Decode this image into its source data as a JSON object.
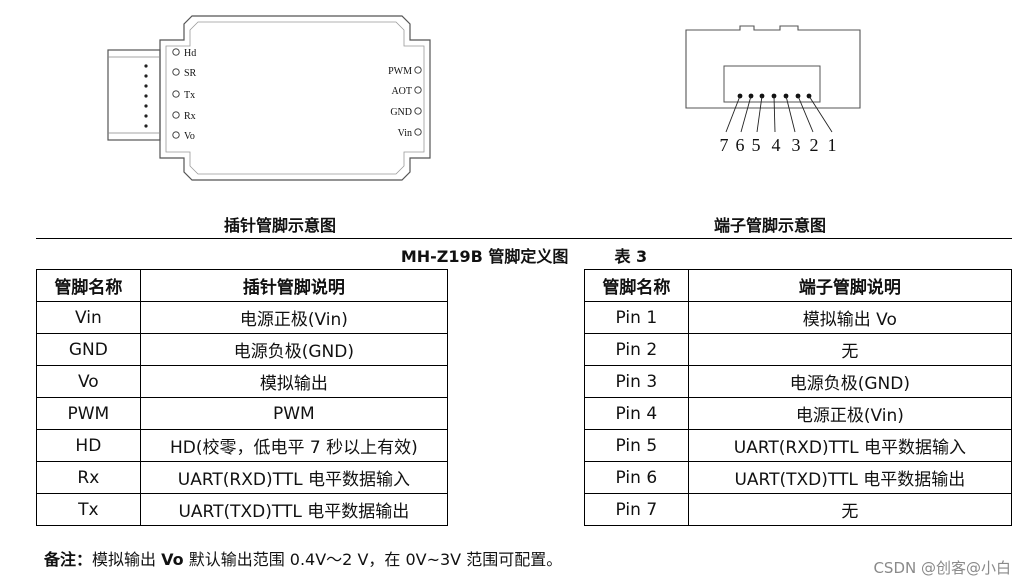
{
  "diagrams": {
    "left": {
      "caption": "插针管脚示意图",
      "left_pins": [
        "Hd",
        "SR",
        "Tx",
        "Rx",
        "Vo"
      ],
      "right_pins": [
        "PWM",
        "AOT",
        "GND",
        "Vin"
      ]
    },
    "right": {
      "caption": "端子管脚示意图",
      "pin_numbers": [
        "7",
        "6",
        "5",
        "4",
        "3",
        "2",
        "1"
      ]
    }
  },
  "table_title": {
    "name": "MH-Z19B 管脚定义图",
    "number": "表 3"
  },
  "left_table": {
    "headers": [
      "管脚名称",
      "插针管脚说明"
    ],
    "rows": [
      [
        "Vin",
        "电源正极(Vin)"
      ],
      [
        "GND",
        "电源负极(GND)"
      ],
      [
        "Vo",
        "模拟输出"
      ],
      [
        "PWM",
        "PWM"
      ],
      [
        "HD",
        "HD(校零，低电平 7 秒以上有效)"
      ],
      [
        "Rx",
        "UART(RXD)TTL 电平数据输入"
      ],
      [
        "Tx",
        "UART(TXD)TTL 电平数据输出"
      ]
    ]
  },
  "right_table": {
    "headers": [
      "管脚名称",
      "端子管脚说明"
    ],
    "rows": [
      [
        "Pin 1",
        "模拟输出 Vo"
      ],
      [
        "Pin 2",
        "无"
      ],
      [
        "Pin 3",
        "电源负极(GND)"
      ],
      [
        "Pin 4",
        "电源正极(Vin)"
      ],
      [
        "Pin 5",
        "UART(RXD)TTL 电平数据输入"
      ],
      [
        "Pin 6",
        "UART(TXD)TTL 电平数据输出"
      ],
      [
        "Pin 7",
        "无"
      ]
    ]
  },
  "note": {
    "label": "备注：",
    "pre": "模拟输出 ",
    "bold": "Vo",
    "post": " 默认输出范围 0.4V～2 V，在 0V~3V 范围可配置。"
  },
  "watermark": "CSDN @创客@小白"
}
